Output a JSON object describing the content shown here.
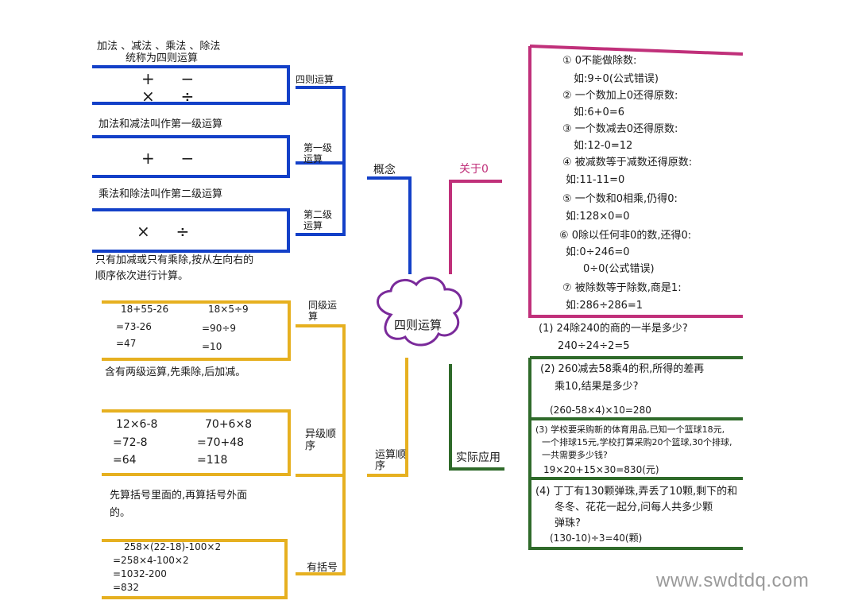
{
  "center": "四则运算",
  "branches": {
    "concept": "概念",
    "zero": "关于0",
    "order": "运算顺序",
    "apply": "实际应用"
  },
  "concept": {
    "ops_line": "加法 、减法 、乘法 、除法",
    "ops_line2": "统称为四则运算",
    "ops_symbols_row1": "+ 　 −",
    "ops_symbols_row2": "× 　 ÷",
    "label_four": "四则运算",
    "first_level_text": "加法和减法叫作第一级运算",
    "first_level_symbols": "+ 　 −",
    "label_first": "第一级运算",
    "second_level_text": "乘法和除法叫作第二级运算",
    "second_level_symbols": "× 　 ÷",
    "label_second": "第二级运算",
    "rule_line1": "只有加减或只有乘除,按从左向右的",
    "rule_line2": "顺序依次进行计算。"
  },
  "order": {
    "same_label": "同级运算",
    "same_ex1": [
      "18+55-26",
      "=73-26",
      "=47"
    ],
    "same_ex2": [
      "18×5÷9",
      "=90÷9",
      "=10"
    ],
    "diff_rule": "含有两级运算,先乘除,后加减。",
    "diff_label": "异级顺序",
    "diff_ex1": [
      "12×6-8",
      "=72-8",
      "=64"
    ],
    "diff_ex2": [
      "70+6×8",
      "=70+48",
      "=118"
    ],
    "paren_rule1": "先算括号里面的,再算括号外面",
    "paren_rule2": "的。",
    "paren_label": "有括号",
    "paren_ex": [
      "258×(22-18)-100×2",
      "=258×4-100×2",
      "=1032-200",
      "=832"
    ]
  },
  "zero": {
    "lines": [
      "① 0不能做除数:",
      "如:9÷0(公式错误)",
      "② 一个数加上0还得原数:",
      "如:6+0=6",
      "③ 一个数减去0还得原数:",
      "如:12-0=12",
      "④ 被减数等于减数还得原数:",
      "如:11-11=0",
      "⑤ 一个数和0相乘,仍得0:",
      "如:128×0=0",
      "⑥ 0除以任何非0的数,还得0:",
      "如:0÷246=0",
      "0÷0(公式错误)",
      "⑦ 被除数等于除数,商是1:",
      "如:286÷286=1"
    ]
  },
  "apply": {
    "q1": "(1) 24除240的商的一半是多少?",
    "a1": "240÷24÷2=5",
    "q2_l1": "(2) 260减去58乘4的积,所得的差再",
    "q2_l2": "乘10,结果是多少?",
    "a2": "(260-58×4)×10=280",
    "q3_l1": "(3) 学校要采购新的体育用品,已知一个篮球18元,",
    "q3_l2": "一个排球15元,学校打算采购20个篮球,30个排球,",
    "q3_l3": "一共需要多少钱?",
    "a3": "19×20+15×30=830(元)",
    "q4_l1": "(4) 丁丁有130颗弹珠,弄丢了10颗,剩下的和",
    "q4_l2": "冬冬、花花一起分,问每人共多少颗",
    "q4_l3": "弹珠?",
    "a4": "(130-10)÷3=40(颗)"
  },
  "watermark": "www.swdtdq.com",
  "colors": {
    "blue": "#1340c8",
    "yellow": "#e6b020",
    "magenta": "#c0307a",
    "green": "#2f6a2a",
    "purple": "#7a2a9a"
  }
}
